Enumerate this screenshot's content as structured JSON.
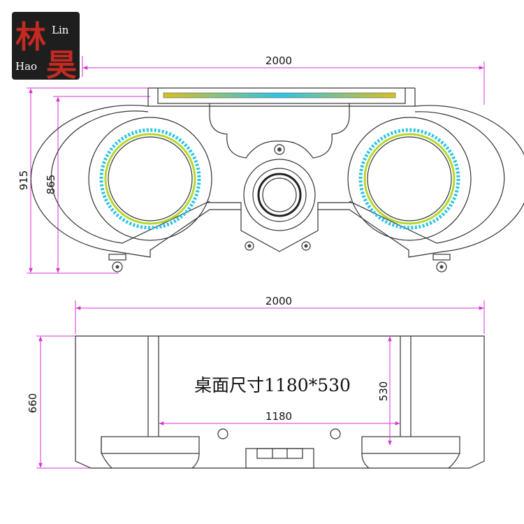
{
  "logo": {
    "char_1": "林",
    "char_2": "昊",
    "text_top": "Lin",
    "text_bottom": "Hao"
  },
  "top_view": {
    "width_label": "2000",
    "height_outer_label": "915",
    "height_inner_label": "865"
  },
  "front_view": {
    "width_label": "2000",
    "height_outer_label": "660",
    "table_height_label": "530",
    "table_width_label": "1180",
    "table_caption": "桌面尺寸1180*530"
  },
  "colors": {
    "dimension_line": "#d633d6",
    "outline": "#333333",
    "logo_background": "#1e1e1e",
    "logo_red": "#c22a22"
  }
}
